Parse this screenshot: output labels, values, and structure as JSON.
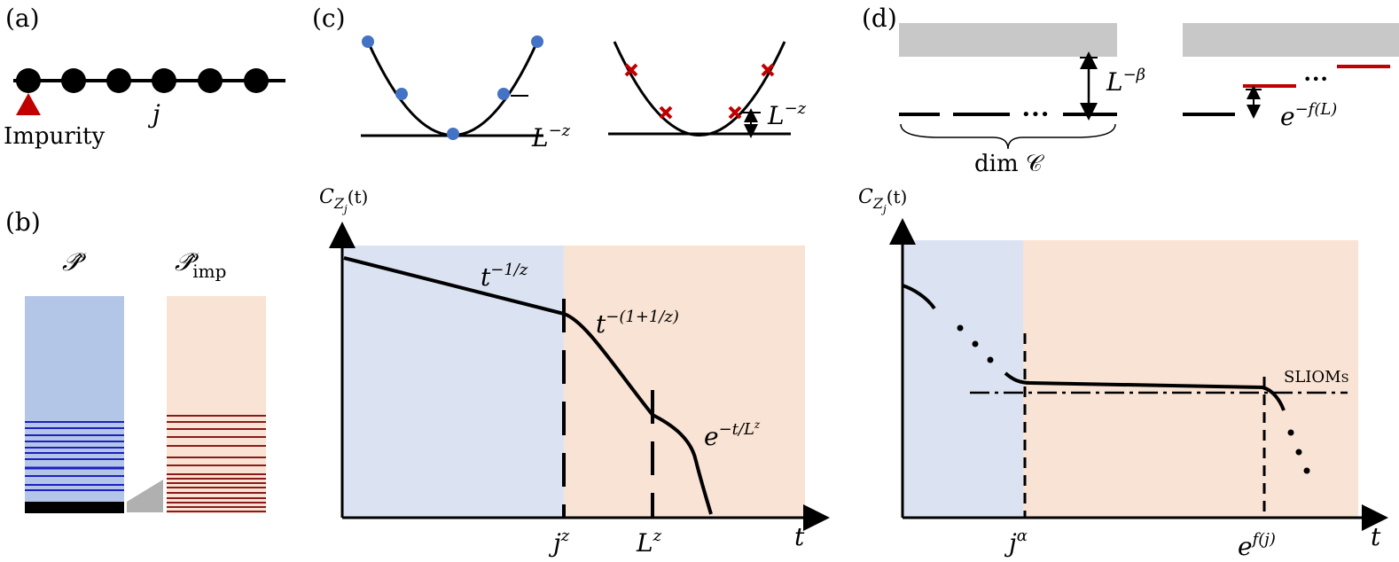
{
  "panel_labels": {
    "a": "(a)",
    "b": "(b)",
    "c": "(c)",
    "d": "(d)"
  },
  "panel_a": {
    "impurity_label": "Impurity",
    "site_label": "j"
  },
  "panel_b": {
    "projector_label": "𝒫̂",
    "projector_imp_label": "𝒫̂",
    "projector_imp_subscript": "imp"
  },
  "panel_c_top": {
    "gap_label_1": "L",
    "gap_label_1_sup": "−z",
    "gap_label_2": "L",
    "gap_label_2_sup": "−z"
  },
  "panel_d_top": {
    "gap_label": "L",
    "gap_label_sup": "−β",
    "dim_label": "dim 𝒞",
    "split_label": "e",
    "split_label_sup": "−f(L)",
    "dots": "•••"
  },
  "chart_left": {
    "ylabel": "C",
    "ylabel_sub": "Z",
    "ylabel_subsub": "j",
    "ylabel_arg": "(t)",
    "xlabel": "t",
    "xtick_1": "j",
    "xtick_1_sup": "z",
    "xtick_2": "L",
    "xtick_2_sup": "z",
    "region1_annotation": "t",
    "region1_annotation_sup": "−1/z",
    "region2_annotation": "t",
    "region2_annotation_sup": "−(1+1/z)",
    "region3_annotation": "e",
    "region3_annotation_sup": "−t/L",
    "region3_annotation_supsup": "z",
    "colors": {
      "region1": "#dbe3f3",
      "region2": "#f9e3d4"
    }
  },
  "chart_right": {
    "ylabel": "C",
    "ylabel_sub": "Z",
    "ylabel_subsub": "j",
    "ylabel_arg": "(t)",
    "xlabel": "t",
    "xtick_1": "j",
    "xtick_1_sup": "α",
    "xtick_2": "e",
    "xtick_2_sup": "f(j)",
    "plateau_label": "SLIOMs",
    "colors": {
      "region1": "#dbe3f3",
      "region2": "#f9e3d4"
    }
  },
  "colors": {
    "blue_marker": "#4472c4",
    "red_marker": "#c00000",
    "gray_band": "#c8c8c8",
    "level_blue": "#1f1fbf",
    "level_red": "#8b1a1a"
  }
}
